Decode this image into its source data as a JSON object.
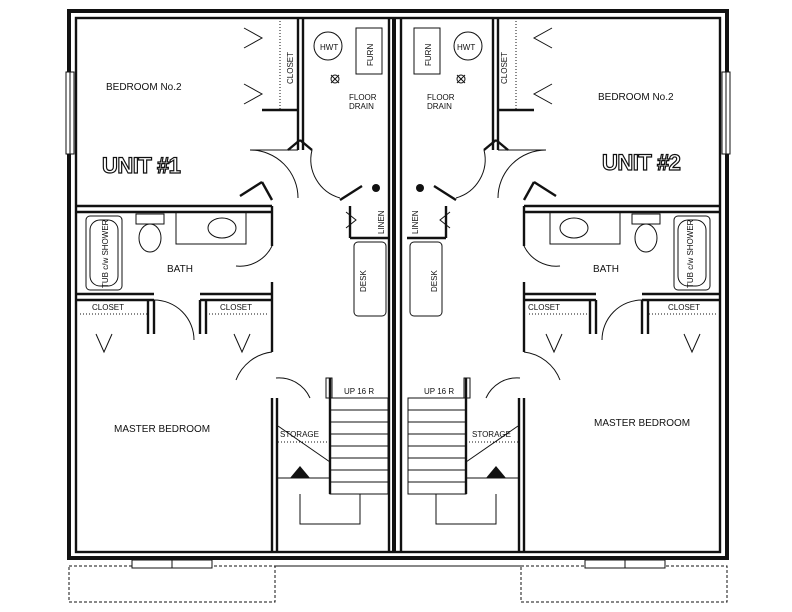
{
  "rooms": {
    "unit1": {
      "unit_label": "UNIT #1",
      "bedroom2": "BEDROOM No.2",
      "master": "MASTER BEDROOM",
      "bath": "BATH",
      "closet_left": "CLOSET",
      "closet_right": "CLOSET",
      "closet_top": "CLOSET",
      "hwt": "HWT",
      "furn": "FURN",
      "floor_drain_1": "FLOOR",
      "floor_drain_2": "DRAIN",
      "linen": "LINEN",
      "desk": "DESK",
      "tub": "TUB c/w SHOWER",
      "stairs": "UP 16 R",
      "storage": "STORAGE"
    },
    "unit2": {
      "unit_label": "UNIT #2",
      "bedroom2": "BEDROOM No.2",
      "master": "MASTER BEDROOM",
      "bath": "BATH",
      "closet_left": "CLOSET",
      "closet_right": "CLOSET",
      "closet_top": "CLOSET",
      "hwt": "HWT",
      "furn": "FURN",
      "floor_drain_1": "FLOOR",
      "floor_drain_2": "DRAIN",
      "linen": "LINEN",
      "desk": "DESK",
      "tub": "TUB c/w SHOWER",
      "stairs": "UP 16 R",
      "storage": "STORAGE"
    }
  }
}
